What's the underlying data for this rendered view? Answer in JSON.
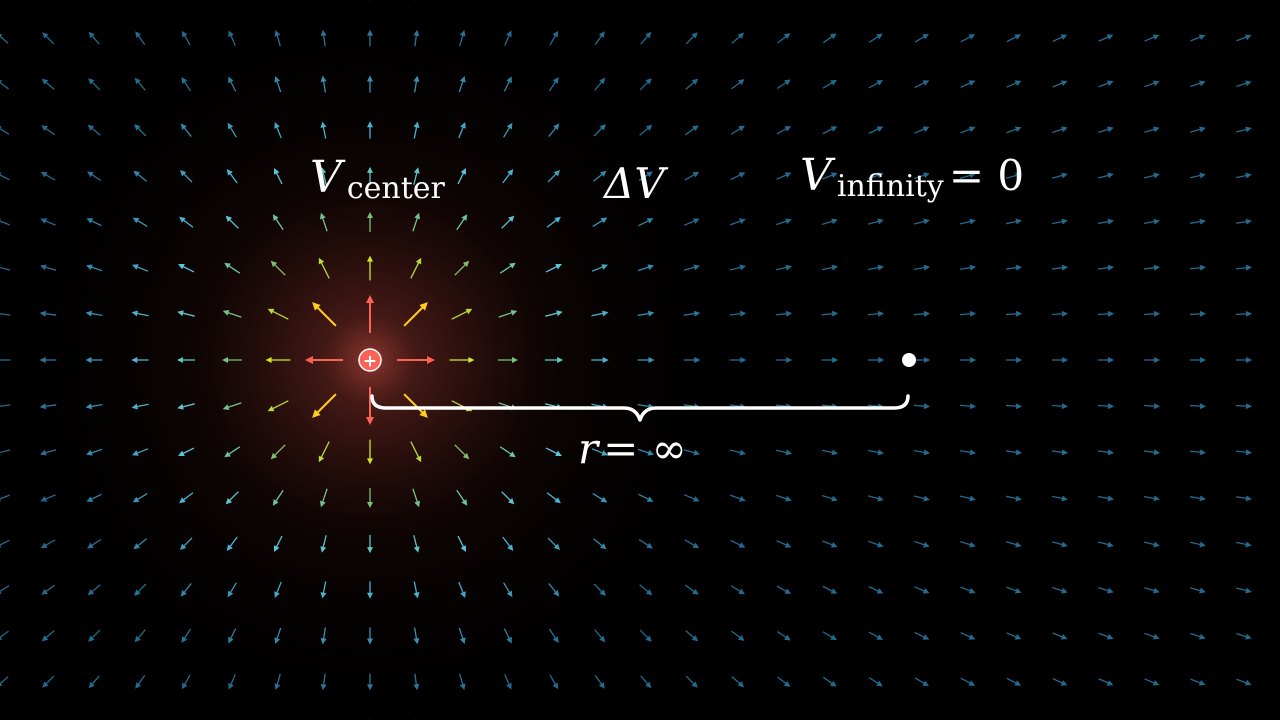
{
  "scene": {
    "background": "#000000",
    "charge_color": "#fc6255",
    "point_color": "#ffffff",
    "field_palette": [
      "#fc6255",
      "#ffff00",
      "#83c167",
      "#58c4dd",
      "#236b8e"
    ]
  },
  "labels": {
    "v_center": {
      "symbol": "V",
      "subscript": "center"
    },
    "delta_v": {
      "text": "ΔV"
    },
    "v_infinity": {
      "symbol": "V",
      "subscript": "infinity",
      "rest": " = 0"
    },
    "distance": {
      "symbol": "r",
      "rest": " = ∞"
    }
  },
  "charge": {
    "sign": "+"
  }
}
